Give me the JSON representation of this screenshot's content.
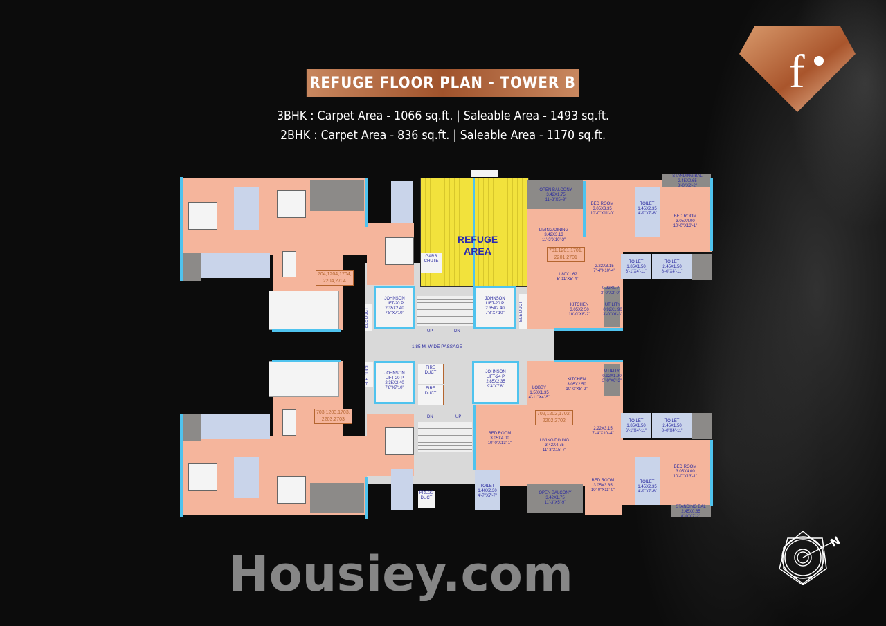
{
  "header": {
    "title": "REFUGE FLOOR PLAN - TOWER B",
    "line_3bhk": "3BHK : Carpet Area - 1066 sq.ft. | Saleable Area - 1493 sq.ft.",
    "line_2bhk": "2BHK :  Carpet Area - 836 sq.ft. | Saleable Area - 1170 sq.ft."
  },
  "logo": {
    "letter": "f",
    "color": "#b8683e"
  },
  "compass": {
    "north_label": "N"
  },
  "watermark": "Housiey.com",
  "colors": {
    "room": "#f5b59c",
    "core": "#d9d9d9",
    "refuge": "#f2e23c",
    "window": "#4fc3ee",
    "toilet": "#c9d4ea",
    "balcony": "#8c8a88"
  },
  "core": {
    "refuge": "REFUGE\nAREA",
    "garb_chute": "GARB\nCHUTE",
    "lift_top_left": "JOHNSON\nLIFT-20 P\n2.35X2.40\n7'8\"X7'10\"",
    "lift_top_right": "JOHNSON\nLIFT-20 P\n2.35X2.40\n7'8\"X7'10\"",
    "lift_bottom_left": "JOHNSON\nLIFT-20 P\n2.35X2.40\n7'8\"X7'10\"",
    "lift_bottom_right": "JOHNSON\nLIFT-24 P\n2.85X2.35\n9'4\"X7'8\"",
    "ele_duct": "ELE DUCT",
    "fire_duct": "FIRE\nDUCT",
    "press_duct": "PRESS\nDUCT",
    "up": "UP",
    "dn": "DN",
    "passage": "1.85 M. WIDE PASSAGE"
  },
  "units": {
    "top_left_3bhk": "704,1204,1704,\n2204,2704",
    "bottom_left_3bhk": "703,1203,1703,\n2203,2703",
    "top_right_2bhk": {
      "unit": "701,1201,1701,\n2201,2701",
      "rooms": [
        "OPEN BALCONY\n3.42X1.75\n11'-3\"X5'-9\"",
        "BED ROOM\n3.05X3.35\n10'-0\"X11'-0\"",
        "TOILET\n1.45X2.35\n4'-9\"X7'-8\"",
        "STANDING BAL\n2.45X0.65\n8'-0\"X2'-2\"",
        "BED ROOM\n3.05X4.00\n10'-0\"X13'-1\"",
        "LIVING/DINING\n3.42X3.13\n11'-3\"X10'-3\"",
        "2.22X3.15\n7'-4\"X10'-4\"",
        "TOILET\n1.85X1.50\n6'-1\"X4'-11\"",
        "TOILET\n2.45X1.50\n8'-0\"X4'-11\"",
        "1.80X1.62\n5'-11\"X5'-4\"",
        "0.92X0.?\n3'-0\"X2'-0\"",
        "KITCHEN\n3.05X2.50\n10'-0\"X8'-2\"",
        "UTILITY\n0.92X1.90\n3'-0\"X6'-3\""
      ]
    },
    "bottom_right_2bhk": {
      "unit": "702,1202,1702,\n2202,2702",
      "rooms": [
        "LOBBY\n1.50X1.35\n4'-11\"X4'-5\"",
        "KITCHEN\n3.05X2.50\n10'-0\"X8'-2\"",
        "UTILITY\n0.92X1.90\n3'-0\"X6'-3\"",
        "BED ROOM\n3.05X4.00\n10'-0\"X13'-1\"",
        "LIVING/DINING\n3.42X4.75\n11'-3\"X15'-7\"",
        "2.22X3.15\n7'-4\"X10'-4\"",
        "TOILET\n1.85X1.50\n6'-1\"X4'-11\"",
        "TOILET\n2.45X1.50\n8'-0\"X4'-11\"",
        "BED ROOM\n3.05X3.35\n10'-0\"X11'-0\"",
        "TOILET\n1.45X2.35\n4'-9\"X7'-8\"",
        "BED ROOM\n3.05X4.00\n10'-0\"X13'-1\"",
        "TOILET\n1.40X2.30\n4'-7\"X7'-7\"",
        "OPEN BALCONY\n3.42X1.75\n11'-3\"X5'-9\"",
        "STANDING BAL\n2.45X0.65\n8'-0\"X2'-2\""
      ]
    }
  }
}
